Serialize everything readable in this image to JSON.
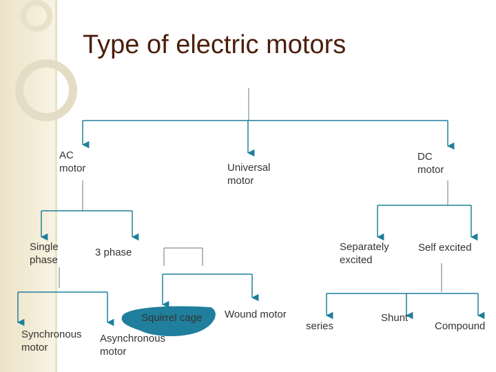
{
  "title": "Type of electric motors",
  "colors": {
    "title": "#4a1e0c",
    "connector": "#1f7f9c",
    "highlight": "#1f7f9c",
    "text": "#333333",
    "band": "#ece3c8"
  },
  "nodes": {
    "ac_line1": "AC",
    "ac_line2": "motor",
    "universal_line1": "Universal",
    "universal_line2": "motor",
    "dc_line1": "DC",
    "dc_line2": "motor",
    "single_line1": "Single",
    "single_line2": "phase",
    "three_phase": "3 phase",
    "separately_line1": "Separately",
    "separately_line2": "excited",
    "self_excited": "Self excited",
    "synchronous_line1": "Synchronous",
    "synchronous_line2": "motor",
    "asynchronous_line1": "Asynchronous",
    "asynchronous_line2": "motor",
    "squirrel_cage": "Squirrel cage",
    "wound_motor": "Wound motor",
    "series": "series",
    "shunt": "Shunt",
    "compound": "Compound"
  }
}
